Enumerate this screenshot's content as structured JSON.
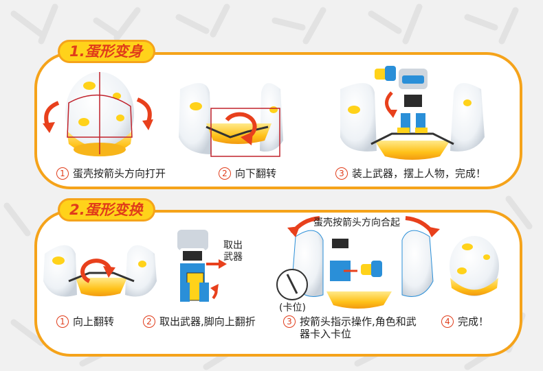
{
  "section1": {
    "title": "1.蛋形变身",
    "steps": [
      {
        "num": "1",
        "text": "蛋壳按箭头方向打开"
      },
      {
        "num": "2",
        "text": "向下翻转"
      },
      {
        "num": "3",
        "text": "装上武器，摆上人物，完成！"
      }
    ]
  },
  "section2": {
    "title": "2.蛋形变换",
    "top_note": "蛋壳按箭头方向合起",
    "weapon_note": "取出\n武器",
    "slot_note": "(卡位)",
    "steps": [
      {
        "num": "1",
        "text": "向上翻转"
      },
      {
        "num": "2",
        "text": "取出武器,脚向上翻折"
      },
      {
        "num": "3",
        "text": "按箭头指示操作,角色和武",
        "text2": "器卡入卡位"
      },
      {
        "num": "4",
        "text": "完成！"
      }
    ]
  },
  "colors": {
    "accent_orange": "#f5a31a",
    "tag_yellow": "#ffd21a",
    "arrow_red": "#e8401c"
  }
}
